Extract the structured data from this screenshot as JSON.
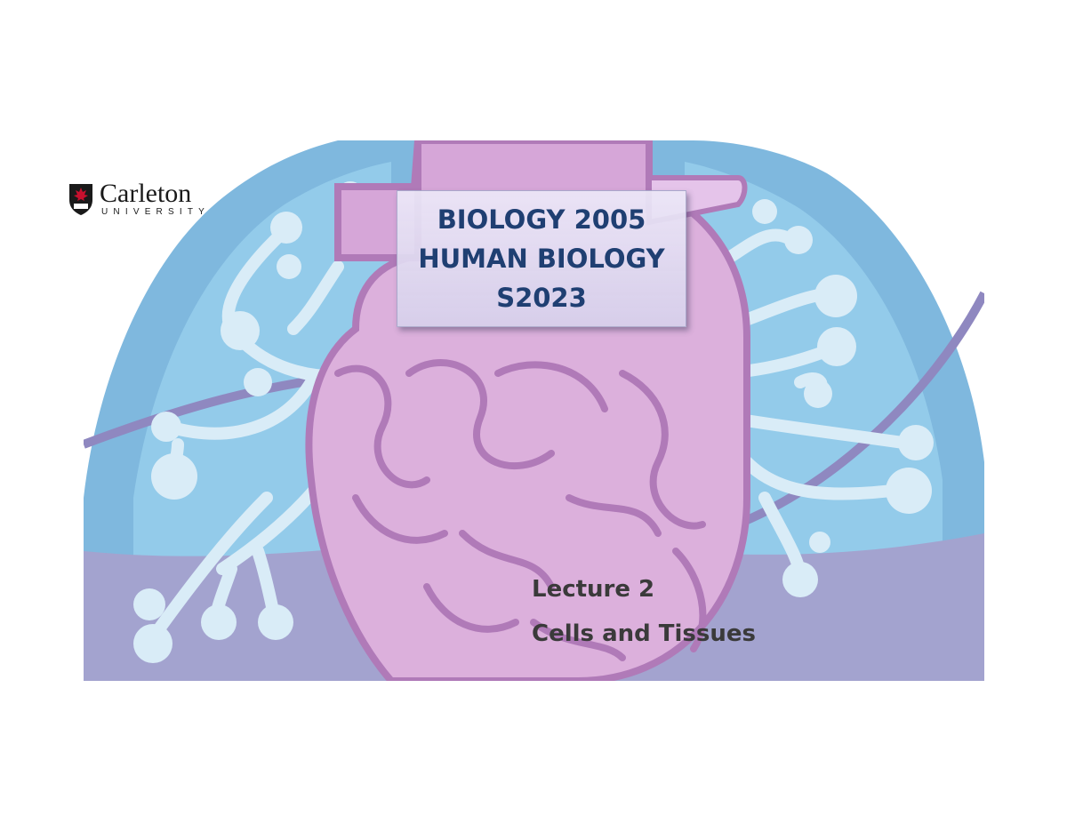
{
  "logo": {
    "name": "Carleton",
    "subtitle": "UNIVERSITY"
  },
  "title": {
    "line1": "BIOLOGY 2005",
    "line2": "HUMAN BIOLOGY",
    "line3": "S2023"
  },
  "lecture": {
    "number": "Lecture 2",
    "topic": "Cells and Tissues"
  },
  "colors": {
    "lung_blue": "#8cc4e2",
    "lung_blue_dark": "#6aa6d2",
    "heart_pink": "#d6a6d8",
    "heart_outline": "#b07ab8",
    "band_purple": "#a3a3cf",
    "title_text": "#1f3f72",
    "lecture_text": "#3a3a3a"
  }
}
